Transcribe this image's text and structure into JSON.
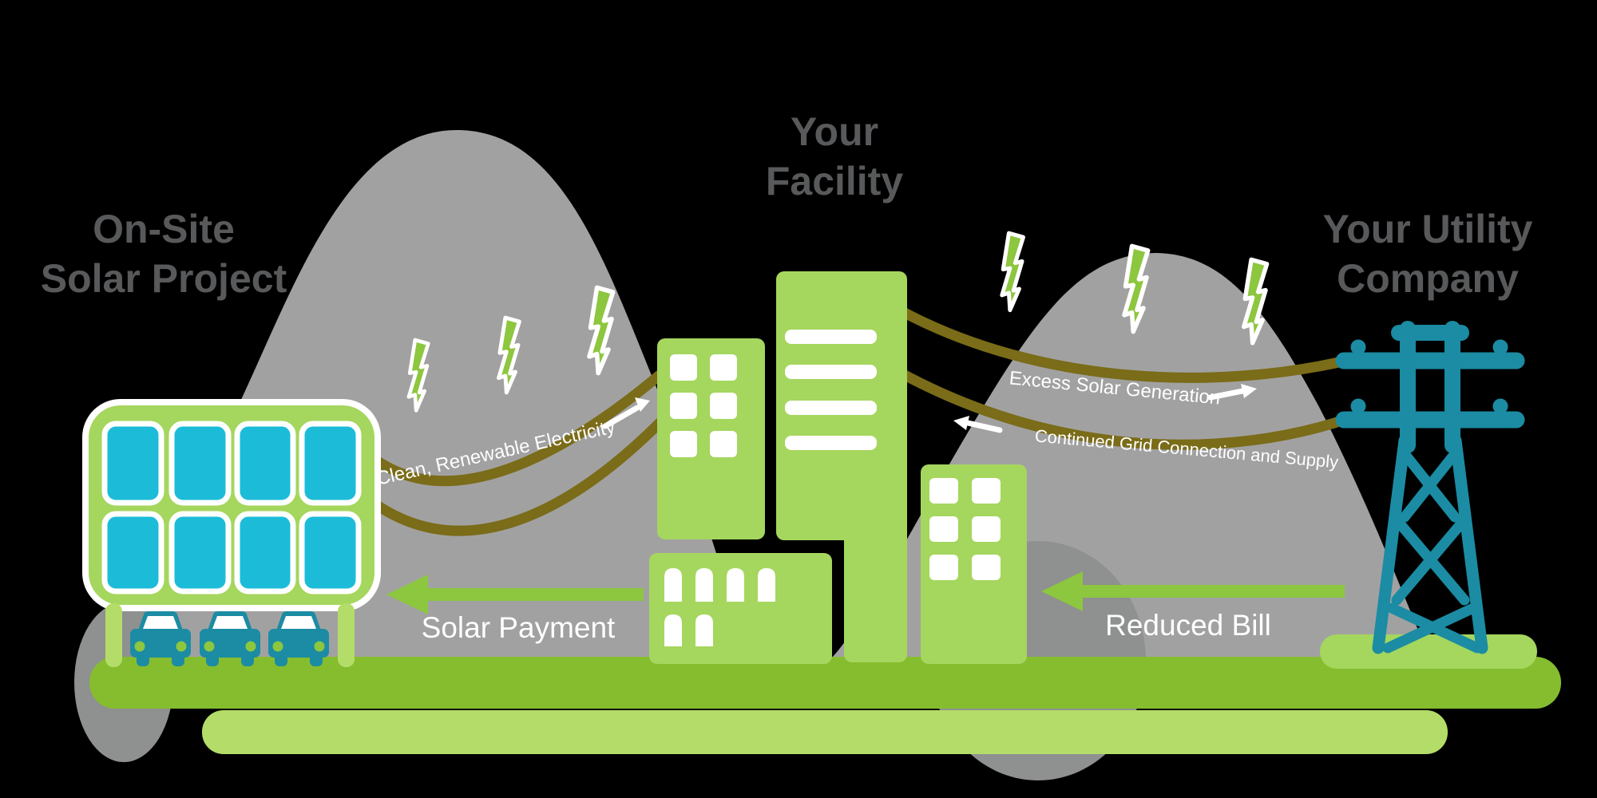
{
  "headings": {
    "solar_project": {
      "line1": "On-Site",
      "line2": "Solar Project"
    },
    "facility": {
      "line1": "Your",
      "line2": "Facility"
    },
    "utility": {
      "line1": "Your Utility",
      "line2": "Company"
    }
  },
  "flow_labels": {
    "clean_renewable": "Clean, Renewable Electricity",
    "excess_solar": "Excess Solar Generation",
    "grid_connection": "Continued Grid Connection and Supply",
    "solar_payment": "Solar Payment",
    "reduced_bill": "Reduced Bill"
  },
  "colors": {
    "lime": "#a5d65e",
    "lime_light": "#b3dd68",
    "green": "#8dc63f",
    "ground": "#85bd2f",
    "teal": "#1b8ca3",
    "cyan": "#1cbcd9",
    "olive": "#7a6c18",
    "gray": "#a2a1a2",
    "gray_dark": "#8f9090",
    "text_gray": "#58595b",
    "white": "#ffffff"
  }
}
